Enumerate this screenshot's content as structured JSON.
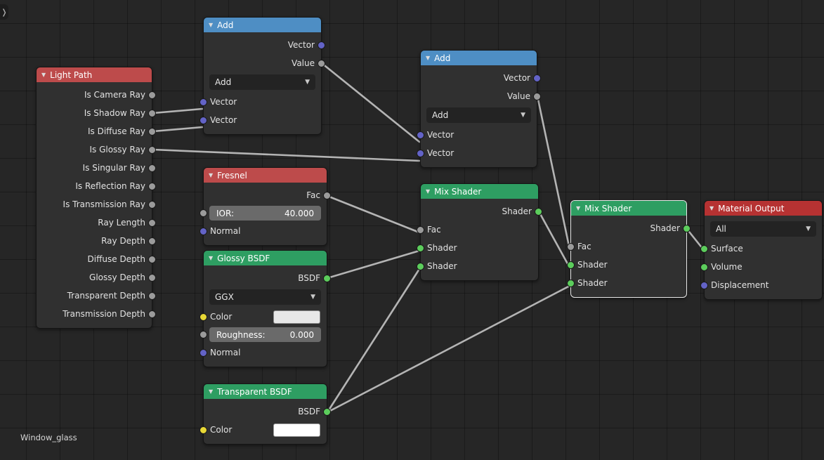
{
  "app": {
    "editor": "blender-shader-node-editor",
    "canvas_label": "Window_glass",
    "sidebar_toggle_icon": "chevron-right-icon",
    "background_color": "#262626"
  },
  "colors": {
    "header_input": "#bd4b4b",
    "header_shader": "#2e9e62",
    "header_converter": "#4e8ec4",
    "header_output": "#b63232",
    "socket_gray": "#9b9b9b",
    "socket_violet": "#6363c7",
    "socket_green": "#5ccd5c",
    "socket_yellow": "#e8d836",
    "node_body": "#303030",
    "link": "#b4b4b4"
  },
  "nodes": [
    {
      "id": "light-path",
      "title": "Light Path",
      "collapse_icon": "triangle-down-icon",
      "outputs": [
        {
          "label": "Is Camera Ray",
          "socket": "gray"
        },
        {
          "label": "Is Shadow Ray",
          "socket": "gray"
        },
        {
          "label": "Is Diffuse Ray",
          "socket": "gray"
        },
        {
          "label": "Is Glossy Ray",
          "socket": "gray"
        },
        {
          "label": "Is Singular Ray",
          "socket": "gray"
        },
        {
          "label": "Is Reflection Ray",
          "socket": "gray"
        },
        {
          "label": "Is Transmission Ray",
          "socket": "gray"
        },
        {
          "label": "Ray Length",
          "socket": "gray"
        },
        {
          "label": "Ray Depth",
          "socket": "gray"
        },
        {
          "label": "Diffuse Depth",
          "socket": "gray"
        },
        {
          "label": "Glossy Depth",
          "socket": "gray"
        },
        {
          "label": "Transparent Depth",
          "socket": "gray"
        },
        {
          "label": "Transmission Depth",
          "socket": "gray"
        }
      ]
    },
    {
      "id": "vector-math-add-1",
      "title": "Add",
      "collapse_icon": "triangle-down-icon",
      "outputs": [
        {
          "label": "Vector",
          "socket": "violet"
        },
        {
          "label": "Value",
          "socket": "gray"
        }
      ],
      "dropdown": {
        "value": "Add",
        "chevron_icon": "chevron-down-icon"
      },
      "inputs": [
        {
          "label": "Vector",
          "socket": "violet"
        },
        {
          "label": "Vector",
          "socket": "violet"
        }
      ]
    },
    {
      "id": "vector-math-add-2",
      "title": "Add",
      "collapse_icon": "triangle-down-icon",
      "outputs": [
        {
          "label": "Vector",
          "socket": "violet"
        },
        {
          "label": "Value",
          "socket": "gray"
        }
      ],
      "dropdown": {
        "value": "Add",
        "chevron_icon": "chevron-down-icon"
      },
      "inputs": [
        {
          "label": "Vector",
          "socket": "violet"
        },
        {
          "label": "Vector",
          "socket": "violet"
        }
      ]
    },
    {
      "id": "fresnel",
      "title": "Fresnel",
      "collapse_icon": "triangle-down-icon",
      "outputs": [
        {
          "label": "Fac",
          "socket": "gray"
        }
      ],
      "field": {
        "label": "IOR:",
        "value": "40.000",
        "socket": "gray"
      },
      "inputs": [
        {
          "label": "Normal",
          "socket": "violet"
        }
      ]
    },
    {
      "id": "glossy-bsdf",
      "title": "Glossy BSDF",
      "collapse_icon": "triangle-down-icon",
      "outputs": [
        {
          "label": "BSDF",
          "socket": "green"
        }
      ],
      "dropdown": {
        "value": "GGX",
        "chevron_icon": "chevron-down-icon"
      },
      "color": {
        "label": "Color",
        "value": "#e8e8e8",
        "socket": "yellow"
      },
      "field": {
        "label": "Roughness:",
        "value": "0.000",
        "socket": "gray"
      },
      "inputs": [
        {
          "label": "Normal",
          "socket": "violet"
        }
      ]
    },
    {
      "id": "transparent-bsdf",
      "title": "Transparent BSDF",
      "collapse_icon": "triangle-down-icon",
      "outputs": [
        {
          "label": "BSDF",
          "socket": "green"
        }
      ],
      "color": {
        "label": "Color",
        "value": "#ffffff",
        "socket": "yellow"
      }
    },
    {
      "id": "mix-shader-1",
      "title": "Mix Shader",
      "collapse_icon": "triangle-down-icon",
      "outputs": [
        {
          "label": "Shader",
          "socket": "green"
        }
      ],
      "inputs": [
        {
          "label": "Fac",
          "socket": "gray"
        },
        {
          "label": "Shader",
          "socket": "green"
        },
        {
          "label": "Shader",
          "socket": "green"
        }
      ]
    },
    {
      "id": "mix-shader-2",
      "title": "Mix Shader",
      "collapse_icon": "triangle-down-icon",
      "selected": true,
      "outputs": [
        {
          "label": "Shader",
          "socket": "green"
        }
      ],
      "inputs": [
        {
          "label": "Fac",
          "socket": "gray"
        },
        {
          "label": "Shader",
          "socket": "green"
        },
        {
          "label": "Shader",
          "socket": "green"
        }
      ]
    },
    {
      "id": "material-output",
      "title": "Material Output",
      "collapse_icon": "triangle-down-icon",
      "dropdown": {
        "value": "All",
        "chevron_icon": "chevron-down-icon"
      },
      "inputs": [
        {
          "label": "Surface",
          "socket": "green"
        },
        {
          "label": "Volume",
          "socket": "green"
        },
        {
          "label": "Displacement",
          "socket": "violet"
        }
      ]
    }
  ],
  "links": [
    {
      "from": "light-path.Is Shadow Ray",
      "to": "vector-math-add-1.Vector1"
    },
    {
      "from": "light-path.Is Diffuse Ray",
      "to": "vector-math-add-1.Vector2"
    },
    {
      "from": "light-path.Is Glossy Ray",
      "to": "vector-math-add-2.Vector2"
    },
    {
      "from": "vector-math-add-1.Value",
      "to": "vector-math-add-2.Vector1"
    },
    {
      "from": "vector-math-add-2.Value",
      "to": "mix-shader-2.Fac"
    },
    {
      "from": "fresnel.Fac",
      "to": "mix-shader-1.Fac"
    },
    {
      "from": "glossy-bsdf.BSDF",
      "to": "mix-shader-1.Shader1"
    },
    {
      "from": "transparent-bsdf.BSDF",
      "to": "mix-shader-1.Shader2"
    },
    {
      "from": "transparent-bsdf.BSDF",
      "to": "mix-shader-2.Shader2"
    },
    {
      "from": "mix-shader-1.Shader",
      "to": "mix-shader-2.Shader1"
    },
    {
      "from": "mix-shader-2.Shader",
      "to": "material-output.Surface"
    }
  ]
}
